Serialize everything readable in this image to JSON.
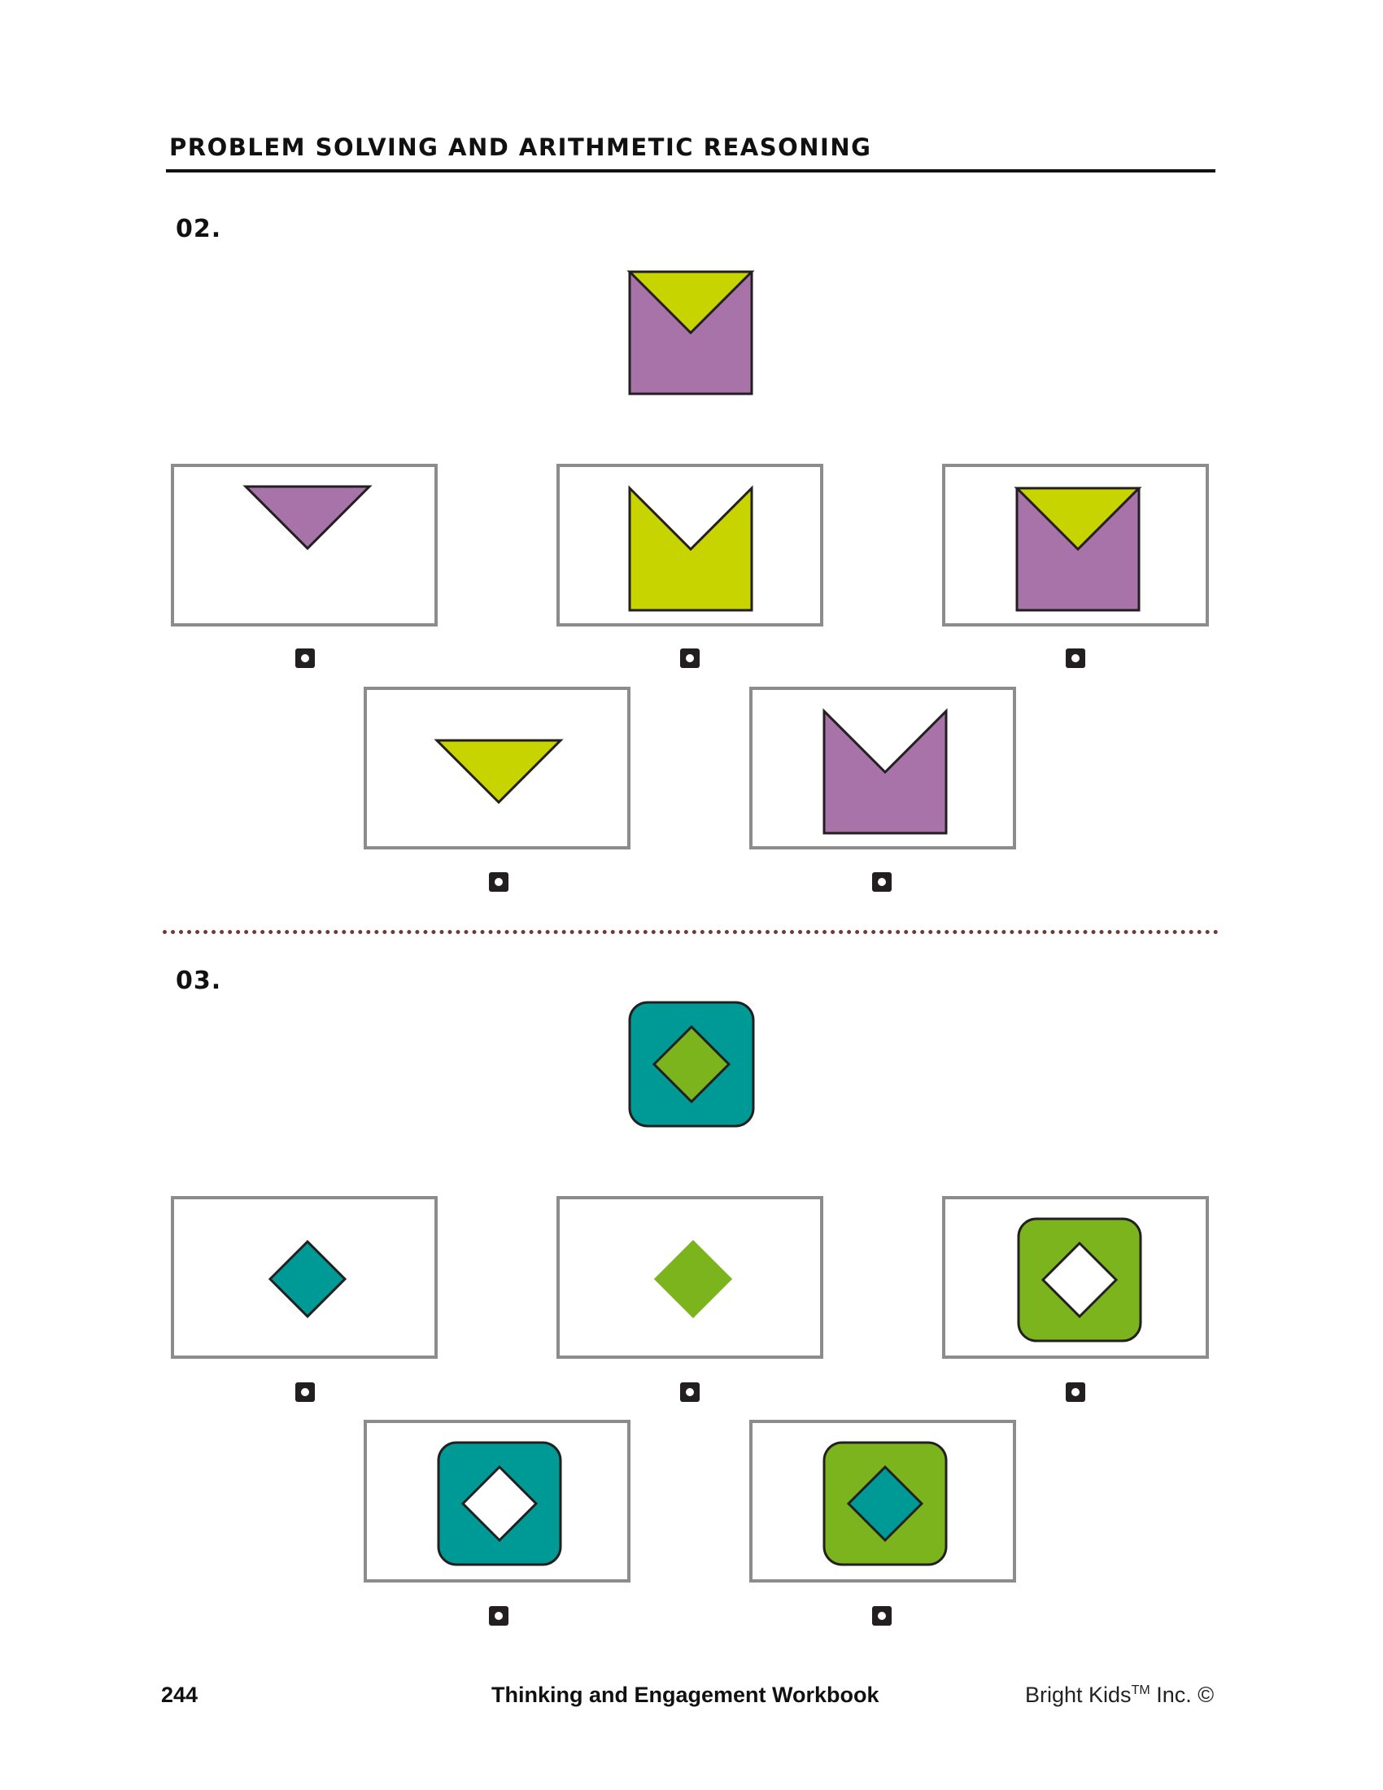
{
  "header": {
    "title": "PROBLEM SOLVING AND ARITHMETIC REASONING"
  },
  "questions": [
    {
      "number": "02."
    },
    {
      "number": "03."
    }
  ],
  "colors": {
    "purple": "#a873a8",
    "lime": "#c8d400",
    "teal": "#009a96",
    "green": "#7cb41e",
    "white": "#ffffff",
    "outline": "#231f20",
    "box_border": "#8c8c8c"
  },
  "footer": {
    "page_number": "244",
    "book_title": "Thinking and Engagement Workbook",
    "brand": "Bright Kids",
    "trademark": "TM",
    "brand_suffix": "Inc. ©"
  }
}
